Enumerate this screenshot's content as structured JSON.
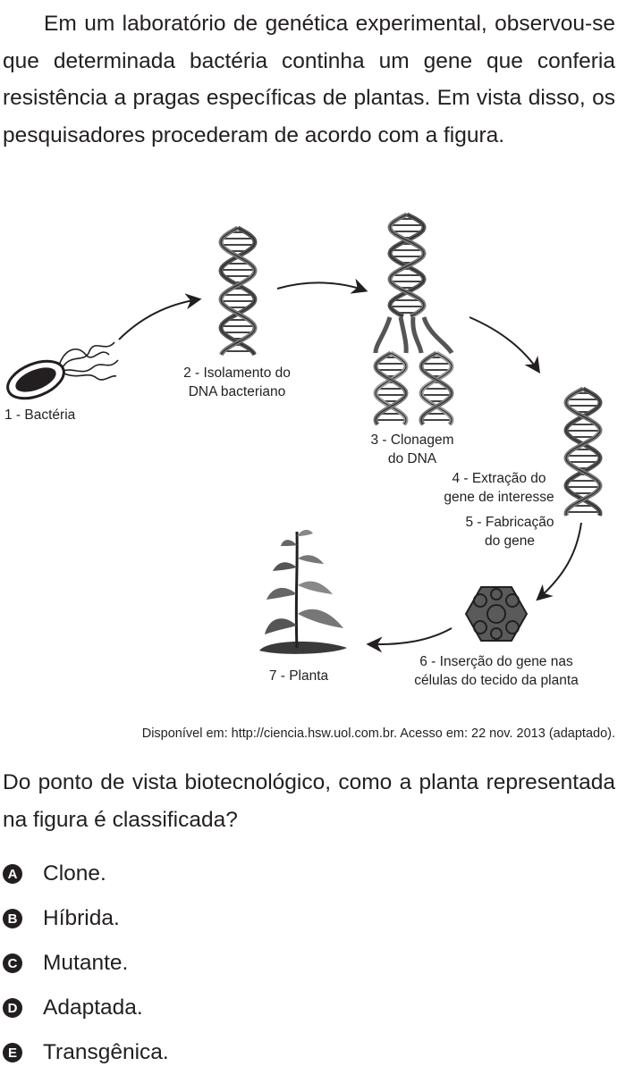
{
  "intro": "Em um laboratório de genética experimental, observou-se que determinada bactéria continha um gene que conferia resistência a pragas específicas de plantas. Em vista disso, os pesquisadores procederam de acordo com a figura.",
  "figure": {
    "label1": "1 - Bactéria",
    "label2_line1": "2 - Isolamento do",
    "label2_line2": "DNA bacteriano",
    "label3_line1": "3 - Clonagem",
    "label3_line2": "do DNA",
    "label4_line1": "4 - Extração do",
    "label4_line2": "gene de interesse",
    "label5_line1": "5 - Fabricação",
    "label5_line2": "do gene",
    "label6_line1": "6 - Inserção do gene nas",
    "label6_line2": "células do tecido da planta",
    "label7": "7 - Planta"
  },
  "source": "Disponível em: http://ciencia.hsw.uol.com.br. Acesso em: 22 nov. 2013 (adaptado).",
  "question": "Do ponto de vista biotecnológico, como a planta representada na figura é classificada?",
  "options": [
    {
      "letter": "A",
      "text": "Clone."
    },
    {
      "letter": "B",
      "text": "Híbrida."
    },
    {
      "letter": "C",
      "text": "Mutante."
    },
    {
      "letter": "D",
      "text": "Adaptada."
    },
    {
      "letter": "E",
      "text": "Transgênica."
    }
  ]
}
